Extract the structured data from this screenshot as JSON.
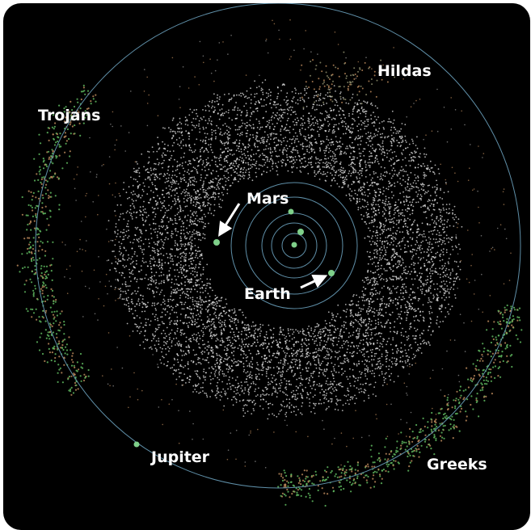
{
  "labels": {
    "trojans": "Trojans",
    "hildas": "Hildas",
    "mars": "Mars",
    "earth": "Earth",
    "jupiter": "Jupiter",
    "greeks": "Greeks"
  },
  "colors": {
    "background": "#000000",
    "orbit": "#5f8fa8",
    "planet": "#7fd08a",
    "belt": "#e8e8e8",
    "trojan_green": "#5fb85f",
    "trojan_orange": "#b8875a",
    "label": "#ffffff"
  }
}
